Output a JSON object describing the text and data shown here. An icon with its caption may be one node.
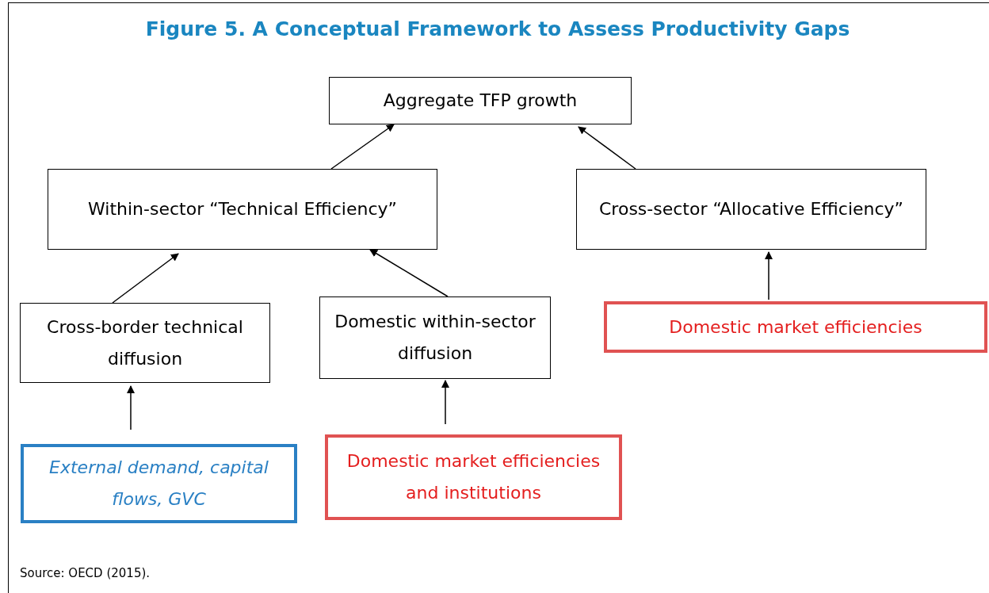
{
  "diagram": {
    "title": "Figure 5. A Conceptual Framework to Assess Productivity Gaps",
    "caption": "Source: OECD (2015).",
    "nodes": [
      {
        "text": [
          "Aggregate TFP growth"
        ]
      },
      {
        "text": [
          "Within-sector “Technical Efficiency”"
        ]
      },
      {
        "text": [
          "Cross-sector “Allocative Efficiency”"
        ]
      },
      {
        "text": [
          "Cross-border technical diffusion"
        ]
      },
      {
        "text": [
          "Domestic within-sector diffusion"
        ]
      },
      {
        "text": [
          "Domestic market efficiencies"
        ]
      },
      {
        "text": [
          "External demand, capital flows, GVC"
        ]
      },
      {
        "text": [
          "Domestic market efficiencies and institutions"
        ]
      }
    ],
    "edges": [
      {
        "from": 1,
        "to": 0,
        "arrow": "to"
      },
      {
        "from": 2,
        "to": 0,
        "arrow": "to"
      },
      {
        "from": 3,
        "to": 1,
        "arrow": "to"
      },
      {
        "from": 4,
        "to": 1,
        "arrow": "to"
      },
      {
        "from": 5,
        "to": 2,
        "arrow": "to"
      },
      {
        "from": 6,
        "to": 3,
        "arrow": "to"
      },
      {
        "from": 7,
        "to": 4,
        "arrow": "to"
      }
    ]
  }
}
